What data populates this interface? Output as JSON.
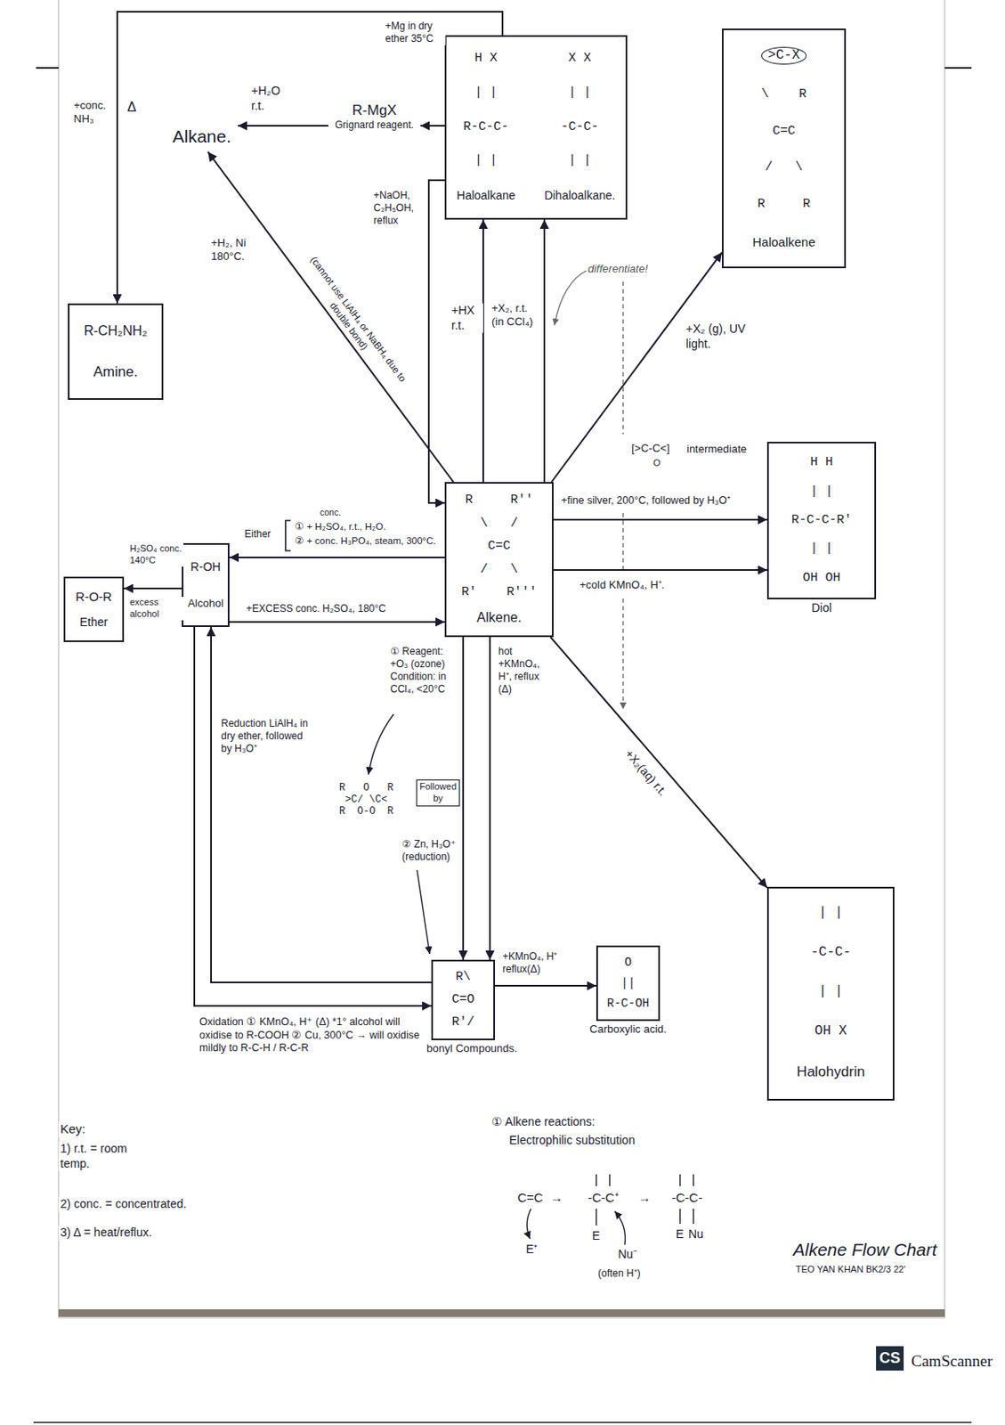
{
  "diagram": {
    "title": "Alkene Flow Chart",
    "nodes": [
      {
        "text": [
          "Alkane."
        ]
      },
      {
        "text": [
          "R-MgX",
          "Grignard reagent."
        ]
      },
      {
        "text": [
          "H X",
          "| |",
          "R-C-C-",
          "| |",
          "Haloalkane",
          "X X",
          "| |",
          "-C-C-",
          "| |",
          "Dihaloalkane."
        ]
      },
      {
        "text": [
          ">C-X",
          "\\    R",
          "C=C",
          "/   \\",
          "R     R",
          "Haloalkene"
        ]
      },
      {
        "text": [
          "R-CH₂NH₂",
          "Amine."
        ]
      },
      {
        "text": [
          "R-O-R",
          "Ether"
        ]
      },
      {
        "text": [
          "R-OH",
          "Alcohol"
        ]
      },
      {
        "text": [
          "R     R''",
          "\\   /",
          "C=C",
          "/   \\",
          "R'    R'''",
          "Alkene."
        ]
      },
      {
        "text": [
          "H H",
          "| |",
          "R-C-C-R'",
          "| |",
          "OH OH",
          "Diol"
        ]
      },
      {
        "text": [
          "R\\",
          "C=O",
          "R'/",
          "Carbonyl Compounds."
        ]
      },
      {
        "text": [
          "O",
          "||",
          "R-C-OH",
          "Carboxylic acid."
        ]
      },
      {
        "text": [
          "| |",
          "-C-C-",
          "| |",
          "OH X",
          "Halohydrin"
        ]
      }
    ],
    "edges": [
      {
        "from": 1,
        "to": 0,
        "arrow": "to",
        "label": "+H₂O r.t."
      },
      {
        "from": 2,
        "to": 1,
        "arrow": "to",
        "label": "+Mg in dry ether 35°C"
      },
      {
        "from": 2,
        "to": 4,
        "arrow": "to",
        "label": "+conc. NH₃"
      },
      {
        "from": 2,
        "to": 7,
        "arrow": "to",
        "label": "+NaOH, C₂H₅OH, reflux"
      },
      {
        "from": 7,
        "to": 0,
        "arrow": "to",
        "label": "+H₂, Ni 180°C."
      },
      {
        "from": 7,
        "to": 2,
        "arrow": "to",
        "label": "+HX r.t."
      },
      {
        "from": 7,
        "to": 2,
        "arrow": "to",
        "label": "+X₂, r.t. (in CCl₄)"
      },
      {
        "from": 7,
        "to": 3,
        "arrow": "to",
        "label": "+X₂ (g), UV light."
      },
      {
        "from": 7,
        "to": 8,
        "arrow": "to",
        "label": "+fine silver, 200°C, followed by H₃O⁺"
      },
      {
        "from": 7,
        "to": 8,
        "arrow": "to",
        "label": "+cold KMnO₄, H⁺."
      },
      {
        "from": 7,
        "to": 11,
        "arrow": "to",
        "label": "+X₂(aq) r.t."
      },
      {
        "from": 7,
        "to": 6,
        "arrow": "to",
        "label": "① + H₂SO₄, r.t., H₂O."
      },
      {
        "from": 6,
        "to": 7,
        "arrow": "to",
        "label": "+EXCESS conc. H₂SO₄, 180°C"
      },
      {
        "from": 6,
        "to": 5,
        "arrow": "to",
        "label": "H₂SO₄ conc. 140°C"
      },
      {
        "from": 7,
        "to": 9,
        "arrow": "to",
        "label": "① Reagent: +O₃ (ozone) Condition: in CCl₄, <20°C"
      },
      {
        "from": 7,
        "to": 9,
        "arrow": "to",
        "label": "hot +KMnO₄, H⁺, reflux (Δ)"
      },
      {
        "from": 9,
        "to": 10,
        "arrow": "to",
        "label": "+KMnO₄, H⁺ reflux(Δ)"
      },
      {
        "from": 9,
        "to": 6,
        "arrow": "to",
        "label": "Reduction LiAlH₄ in dry ether, followed by H₃O⁺"
      },
      {
        "from": 6,
        "to": 9,
        "arrow": "to",
        "label": "Oxidation ① KMnO₄, H⁺ (Δ) *1° alcohol will oxidise to R-COOH ② Cu, 300°C → will oxidise mildly to R-C-H / R-C-R"
      }
    ],
    "labels": [
      "Δ",
      "(cannot use LiAlH₄ or NaBH₄ due to double bond)",
      "differentiate!",
      "[>C-C<]",
      "O",
      "intermediate",
      "Either",
      "conc.",
      "② + conc. H₃PO₄, steam, 300°C.",
      "excess alcohol",
      "R   O   R",
      ">C/ \\C<",
      "R  O-O  R",
      "Followed by",
      "② Zn, H₃O⁺ (reduction)",
      "Key:",
      "1) r.t. = room temp.",
      "2) conc. = concentrated.",
      "3) Δ = heat/reflux.",
      "① Alkene reactions:",
      "Electrophilic substitution",
      "C=C",
      "→",
      "-C-C⁺",
      "→",
      "-C-C-",
      "E⁺",
      "E",
      "Nu⁻",
      "(often H⁺)",
      "E",
      "Nu",
      "TEO YAN KHAN BK2/3 22'",
      "CS",
      "CamScanner"
    ]
  }
}
